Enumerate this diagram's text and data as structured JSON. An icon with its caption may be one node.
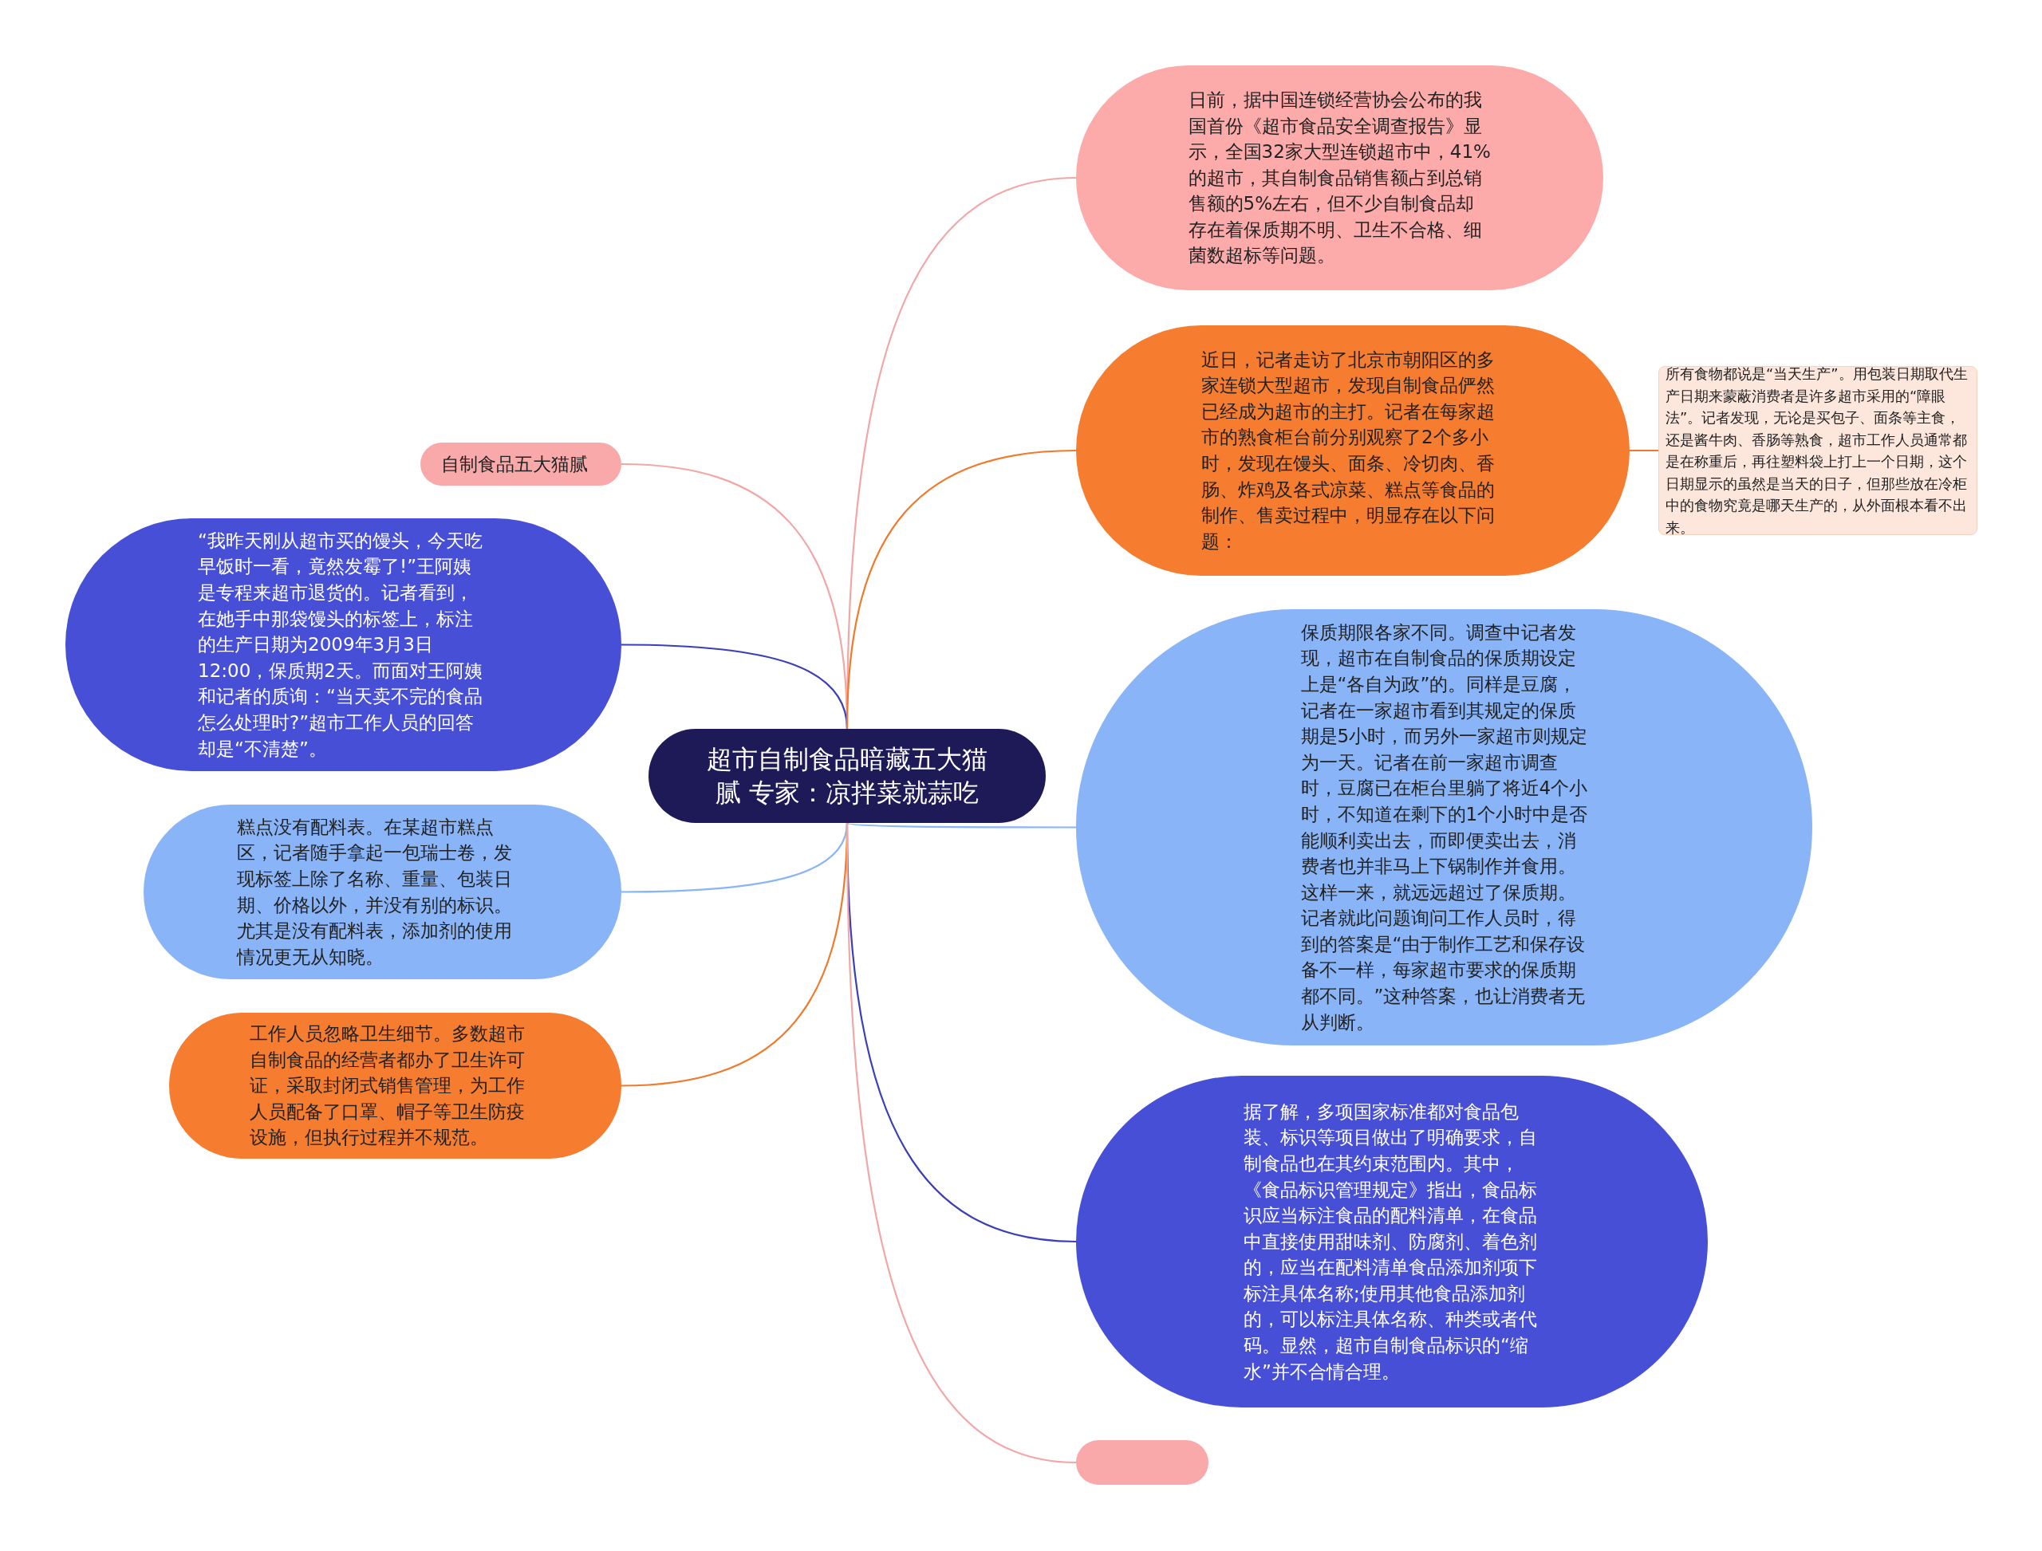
{
  "diagram": {
    "nodes": [
      {
        "text": [
          "超市自制食品暗藏五大猫腻 专家：凉拌菜就蒜吃"
        ]
      },
      {
        "text": [
          "自制食品五大猫腻"
        ]
      },
      {
        "text": [
          "“我昨天刚从超市买的馒头，今天吃早饭时一看，竟然发霉了!”王阿姨是专程来超市退货的。记者看到，在她手中那袋馒头的标签上，标注的生产日期为2009年3月3日12:00，保质期2天。而面对王阿姨和记者的质询：“当天卖不完的食品怎么处理时?”超市工作人员的回答却是“不清楚”。"
        ]
      },
      {
        "text": [
          "糕点没有配料表。在某超市糕点区，记者随手拿起一包瑞士卷，发现标签上除了名称、重量、包装日期、价格以外，并没有别的标识。尤其是没有配料表，添加剂的使用情况更无从知晓。"
        ]
      },
      {
        "text": [
          "工作人员忽略卫生细节。多数超市自制食品的经营者都办了卫生许可证，采取封闭式销售管理，为工作人员配备了口罩、帽子等卫生防疫设施，但执行过程并不规范。"
        ]
      },
      {
        "text": [
          "日前，据中国连锁经营协会公布的我国首份《超市食品安全调查报告》显示，全国32家大型连锁超市中，41%的超市，其自制食品销售额占到总销售额的5%左右，但不少自制食品却存在着保质期不明、卫生不合格、细菌数超标等问题。"
        ]
      },
      {
        "text": [
          "近日，记者走访了北京市朝阳区的多家连锁大型超市，发现自制食品俨然已经成为超市的主打。记者在每家超市的熟食柜台前分别观察了2个多小时，发现在馒头、面条、冷切肉、香肠、炸鸡及各式凉菜、糕点等食品的制作、售卖过程中，明显存在以下问题："
        ]
      },
      {
        "text": [
          "所有食物都说是“当天生产”。用包装日期取代生产日期来蒙蔽消费者是许多超市采用的“障眼法”。记者发现，无论是买包子、面条等主食，还是酱牛肉、香肠等熟食，超市工作人员通常都是在称重后，再往塑料袋上打上一个日期，这个日期显示的虽然是当天的日子，但那些放在冷柜中的食物究竟是哪天生产的，从外面根本看不出来。"
        ]
      },
      {
        "text": [
          "保质期限各家不同。调查中记者发现，超市在自制食品的保质期设定上是“各自为政”的。同样是豆腐，记者在一家超市看到其规定的保质期是5小时，而另外一家超市则规定为一天。记者在前一家超市调查时，豆腐已在柜台里躺了将近4个小时，不知道在剩下的1个小时中是否能顺利卖出去，而即便卖出去，消费者也并非马上下锅制作并食用。这样一来，就远远超过了保质期。记者就此问题询问工作人员时，得到的答案是“由于制作工艺和保存设备不一样，每家超市要求的保质期都不同。”这种答案，也让消费者无从判断。"
        ]
      },
      {
        "text": [
          "据了解，多项国家标准都对食品包装、标识等项目做出了明确要求，自制食品也在其约束范围内。其中，《食品标识管理规定》指出，食品标识应当标注食品的配料清单，在食品中直接使用甜味剂、防腐剂、着色剂的，应当在配料清单食品添加剂项下标注具体名称;使用其他食品添加剂的，可以标注具体名称、种类或者代码。显然，超市自制食品标识的“缩水”并不合情合理。"
        ]
      },
      {
        "text": [],
        "shape": "box"
      }
    ],
    "edges": [
      {
        "from": 0,
        "to": 1,
        "arrow": "none",
        "color": "#f2a7a7"
      },
      {
        "from": 0,
        "to": 2,
        "arrow": "none",
        "color": "#3b3fb8"
      },
      {
        "from": 0,
        "to": 3,
        "arrow": "none",
        "color": "#89b4f8"
      },
      {
        "from": 0,
        "to": 4,
        "arrow": "none",
        "color": "#f07a2c"
      },
      {
        "from": 0,
        "to": 5,
        "arrow": "none",
        "color": "#f2a7a7"
      },
      {
        "from": 0,
        "to": 6,
        "arrow": "none",
        "color": "#f07a2c"
      },
      {
        "from": 6,
        "to": 7,
        "arrow": "none",
        "color": "#f07a2c"
      },
      {
        "from": 0,
        "to": 8,
        "arrow": "none",
        "color": "#89b4f8"
      },
      {
        "from": 0,
        "to": 9,
        "arrow": "none",
        "color": "#3b3fb8"
      },
      {
        "from": 0,
        "to": 10,
        "arrow": "none",
        "color": "#f2a7a7"
      }
    ]
  }
}
